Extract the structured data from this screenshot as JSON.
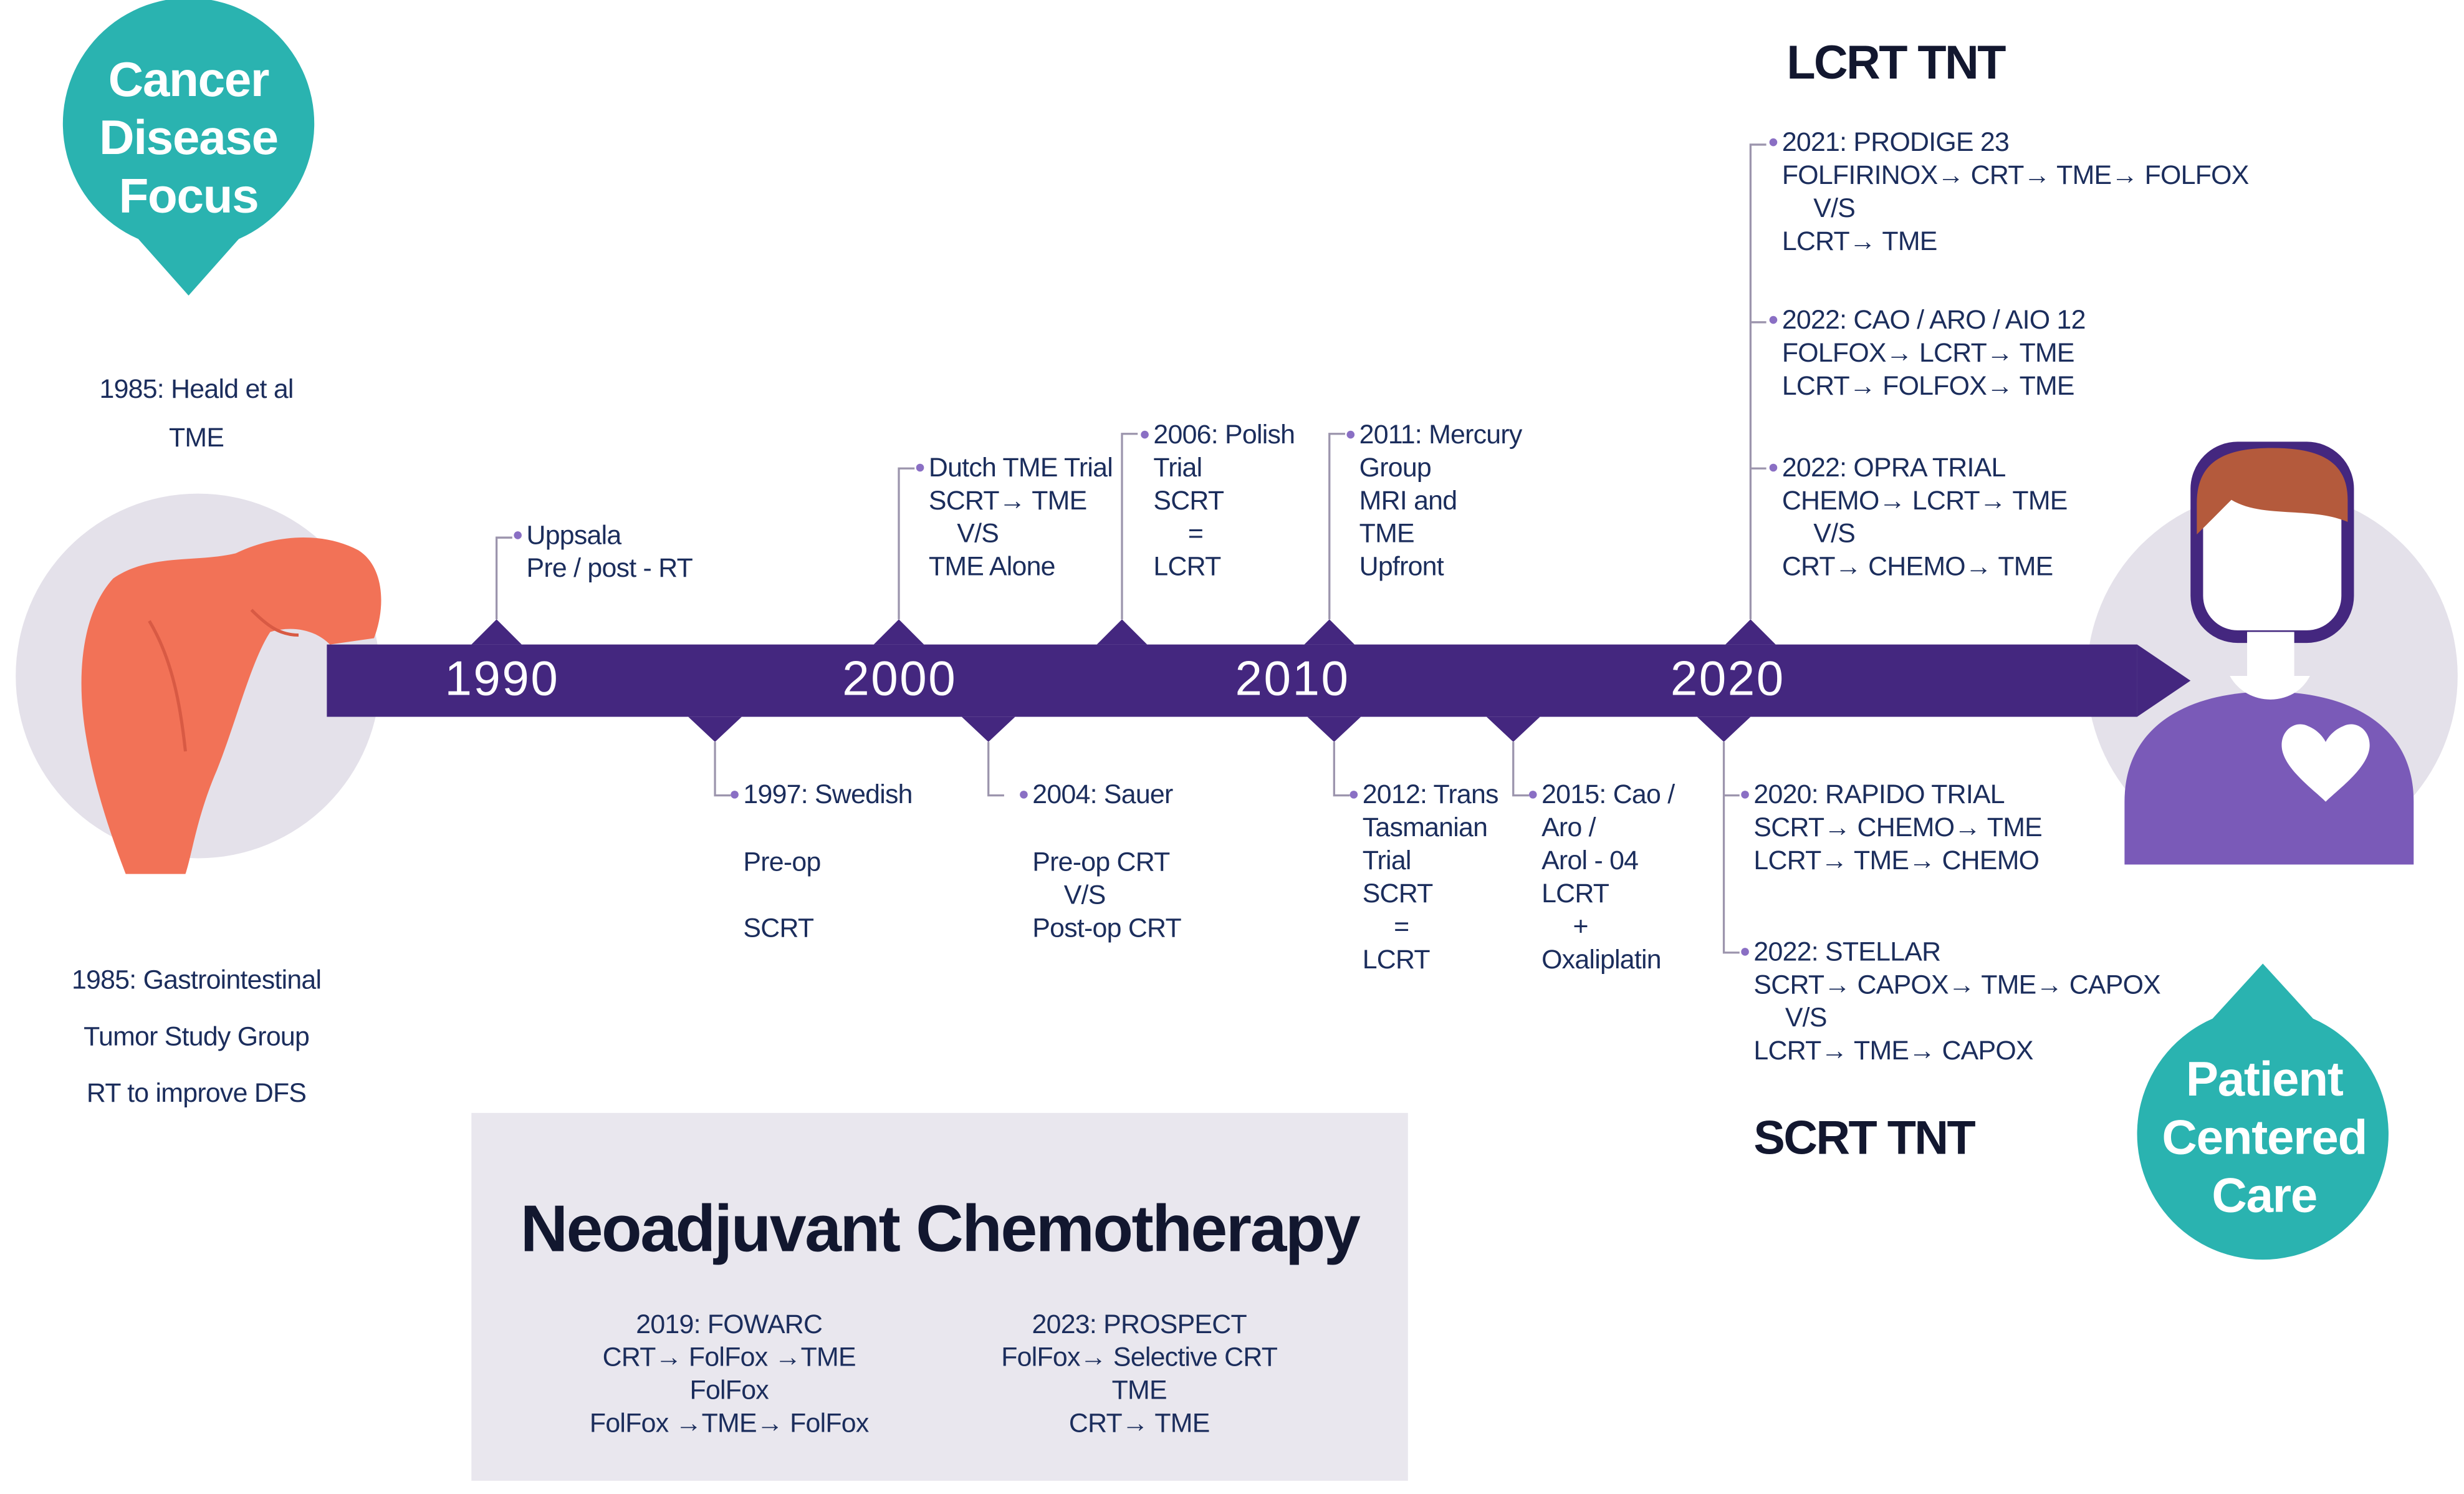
{
  "badges": {
    "cancer": [
      "Cancer",
      "Disease",
      "Focus"
    ],
    "patient": [
      "Patient",
      "Centered",
      "Care"
    ]
  },
  "left_notes": {
    "top": [
      "1985: Heald et al",
      "TME"
    ],
    "bottom": [
      "1985: Gastrointestinal",
      "Tumor Study Group",
      "RT to improve DFS"
    ]
  },
  "timeline": {
    "years": [
      "1990",
      "2000",
      "2010",
      "2020"
    ],
    "colors": {
      "bar": "#44277f",
      "teal": "#2ab3b0",
      "circle_bg": "#e4e1ea",
      "organ": "#f27257",
      "person": "#7a5ab8",
      "hair": "#b45a3c"
    }
  },
  "events_above": {
    "uppsala": [
      "Uppsala",
      "Pre / post - RT"
    ],
    "dutch": [
      "Dutch TME Trial",
      "SCRT→ TME",
      "V/S",
      "TME Alone"
    ],
    "polish": [
      "2006: Polish",
      "Trial",
      "SCRT",
      "=",
      "LCRT"
    ],
    "mercury": [
      "2011: Mercury",
      "Group",
      "MRI and",
      "TME",
      "Upfront"
    ]
  },
  "events_below": {
    "swedish": {
      "title": "1997: Swedish",
      "lines": [
        "Pre-op",
        "SCRT"
      ]
    },
    "sauer": {
      "title": "2004: Sauer",
      "lines": [
        "Pre-op CRT",
        "V/S",
        "Post-op CRT"
      ]
    },
    "trans": [
      "2012: Trans",
      "Tasmanian",
      "Trial",
      "SCRT",
      "=",
      "LCRT"
    ],
    "cao": [
      "2015: Cao /",
      "Aro /",
      "Arol - 04",
      "LCRT",
      "+",
      "Oxaliplatin"
    ]
  },
  "lcrt_tnt": {
    "heading": "LCRT TNT",
    "items": [
      [
        "2021: PRODIGE 23",
        "FOLFIRINOX→ CRT→ TME→ FOLFOX",
        "V/S",
        "LCRT→ TME"
      ],
      [
        "2022: CAO / ARO / AIO 12",
        "FOLFOX→ LCRT→ TME",
        "LCRT→ FOLFOX→ TME"
      ],
      [
        "2022: OPRA TRIAL",
        "CHEMO→ LCRT→ TME",
        "V/S",
        "CRT→ CHEMO→ TME"
      ]
    ]
  },
  "scrt_tnt": {
    "heading": "SCRT TNT",
    "items": [
      [
        "2020: RAPIDO TRIAL",
        "SCRT→ CHEMO→ TME",
        "LCRT→ TME→ CHEMO"
      ],
      [
        "2022: STELLAR",
        "SCRT→ CAPOX→ TME→ CAPOX",
        "V/S",
        "LCRT→ TME→ CAPOX"
      ]
    ]
  },
  "neoadjuvant": {
    "title": "Neoadjuvant Chemotherapy",
    "fowarc": [
      "2019: FOWARC",
      "CRT→ FolFox →TME",
      "FolFox",
      "FolFox →TME→ FolFox"
    ],
    "prospect": [
      "2023: PROSPECT",
      "FolFox→ Selective CRT",
      "TME",
      "CRT→ TME"
    ]
  }
}
